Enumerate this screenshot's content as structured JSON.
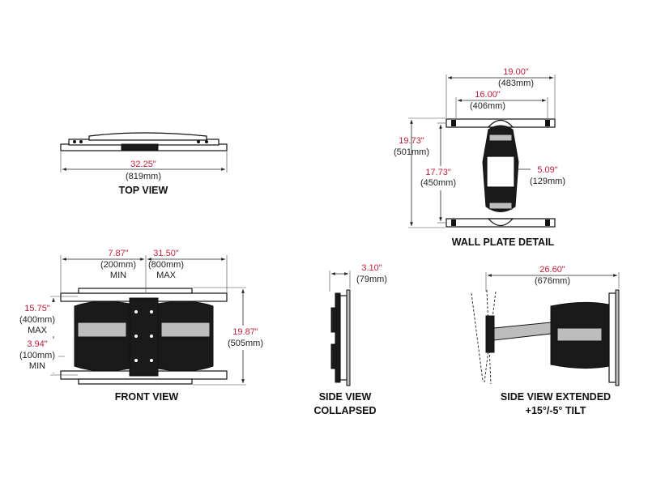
{
  "accent_color": "#c0213a",
  "views": {
    "top_view": {
      "caption": "TOP VIEW",
      "width_in": "32.25\"",
      "width_mm": "(819mm)"
    },
    "wall_plate": {
      "caption": "WALL PLATE DETAIL",
      "overall_width_in": "19.00\"",
      "overall_width_mm": "(483mm)",
      "inner_width_in": "16.00\"",
      "inner_width_mm": "(406mm)",
      "overall_height_in": "19.73\"",
      "overall_height_mm": "(501mm)",
      "inner_height_in": "17.73\"",
      "inner_height_mm": "(450mm)",
      "cutout_in": "5.09\"",
      "cutout_mm": "(129mm)"
    },
    "front_view": {
      "caption": "FRONT VIEW",
      "min_width_in": "7.87\"",
      "min_width_mm": "(200mm)",
      "min_label": "MIN",
      "max_width_in": "31.50\"",
      "max_width_mm": "(800mm)",
      "max_label": "MAX",
      "height_in": "19.87\"",
      "height_mm": "(505mm)",
      "vmax_in": "15.75\"",
      "vmax_mm": "(400mm)",
      "vmax_label": "MAX",
      "vmin_in": "3.94\"",
      "vmin_mm": "(100mm)",
      "vmin_label": "MIN"
    },
    "side_collapsed": {
      "caption_line1": "SIDE VIEW",
      "caption_line2": "COLLAPSED",
      "depth_in": "3.10\"",
      "depth_mm": "(79mm)"
    },
    "side_extended": {
      "caption_line1": "SIDE VIEW EXTENDED",
      "caption_line2": "+15°/-5° TILT",
      "extension_in": "26.60\"",
      "extension_mm": "(676mm)"
    }
  }
}
